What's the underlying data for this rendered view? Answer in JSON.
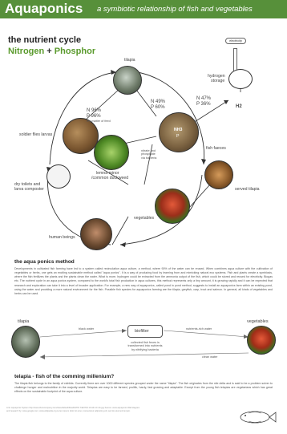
{
  "header": {
    "title": "Aquaponics",
    "subtitle": "a symbiotic relationship of fish and vegetables"
  },
  "cycle": {
    "title": "the nutrient cycle",
    "subtitle_part1": "Nitrogen",
    "subtitle_plus": " + ",
    "subtitle_part2": "Phosphor",
    "labels": {
      "tilapia": "tilapia",
      "electricity": "electricity",
      "hydrogen": "hydrogen",
      "storage": "storage",
      "h2": "H2",
      "solder_flies": "soldier flies larvas",
      "fish_faeces": "fish faeces",
      "nh3": "NH3",
      "nh3_p": "P",
      "lemna": "lemna minor",
      "duckweed": "/common duckweed",
      "toilets": "dry toilets and",
      "composter": "larva composter",
      "vegetables": "vegetables",
      "served_tilapia": "served tilapia",
      "human_beings": "human beings",
      "nitrite_note": "nitrate and phosphate via bacteria",
      "left_n": "N 96%",
      "left_p": "P 96%",
      "mid_n": "N 49%",
      "mid_p": "P 60%",
      "right_n": "N 47%",
      "right_p": "P 36%",
      "mini_note": "dry matter of feed"
    }
  },
  "method": {
    "title": "the aqua ponics method",
    "body": "Developments in cultivated fish farming have led to a system called recirculation aqua culture, a method, where 90% of the water can be reused. When combines aqua culture with the cultivation of vegetables or herbs, one gets an exciting sustainable method called \"aqua ponics\". It is a way of producing food by learning from and mimicking natural eco systems. Fish and plants create a symbiosis, where the fish fertilizes the plants and the plants clean the water. What is more, hydrogen could be extracted from the ammonia output of the fish, which could be stored and reused for electricity. Biogas etc. The nutrient cycle in an aqua ponics system, compared to the world's total fish production in aqua cultures, this method represents only a tiny amount, it is growing rapidly and it can be expected that research and exploration can take it into a level of broader application. For example, a new way of aquaponics, called pond in pond method, suggests to install an aquaponics farm within an existing pond, using the water and providing a more natural environment for the fish. Possible fish species for aquaponics farming are the tilapia, greyfish, carp, trout and salmon. In general, all kinds of vegetables and herbs can be used."
  },
  "flow": {
    "tilapia": "tilapia",
    "vegetables": "vegetables",
    "biofilter": "biofilter",
    "black_water": "black water",
    "nutrient_rich": "nutrients-rich water",
    "clean_water": "clean water",
    "note": "collected fish feces is transformed into nutrients by nitrifying bacteria"
  },
  "tilapia_sec": {
    "title": "telapia - fish of the comming millenium?",
    "body": "The tilapia fish belongs to the family of cichlids. Currently there are over 1000 different species grouped under the name \"tilapia\". The fish originates from the nile delta and is said to be a problem solver to challenge hunger and malnutrition in the majority world. Telapias are easy to be farmed, prolific, hardy, fast growing and adaptable. Except from the young fish telapias are vegetarians which has great effects on the sustainable footprint of the aqua culture."
  },
  "credits": "Link: Aquaponic System http://www.theiocompany.com/sites/default/files/ENTID 7/ENTID 10 HD 10 mb.jpg Source: www.aquaponic Wall diagram and research by: www.google.com; www.wikipedia.org Lorem ipsum dolor sit amet, consectetur adipiscing elit, sed do eiusmod tempor.",
  "colors": {
    "header": "#57903a",
    "accent_green": "#5a9a2c",
    "text": "#333333"
  }
}
